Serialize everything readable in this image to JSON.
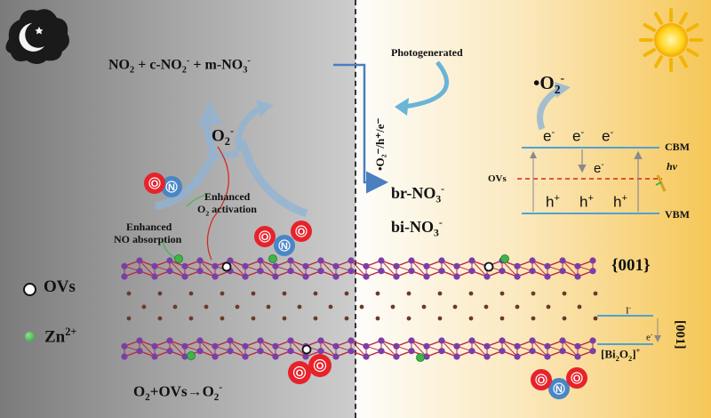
{
  "reaction_top": {
    "left": "NO",
    "left_sub": "2",
    "mid": " + c-NO",
    "mid_sub": "2",
    "mid_sup": "-",
    "right": " + m-NO",
    "right_sub": "3",
    "right_sup": "-"
  },
  "superoxide_left": {
    "base": "O",
    "sub": "2",
    "sup": "-"
  },
  "enhanced_activation": {
    "line1": "Enhanced",
    "line2": "O",
    "line2_sub": "2",
    "line2_rest": " activation"
  },
  "enhanced_absorption": {
    "line1": "Enhanced",
    "line2": "NO absorption"
  },
  "legend": {
    "ovs": "OVs",
    "zn": "Zn",
    "zn_sup": "2+"
  },
  "bottom_reaction": {
    "a": "O",
    "a_sub": "2",
    "b": "+OVs→O",
    "b_sub": "2",
    "b_sup": "-"
  },
  "photogenerated": "Photogenerated",
  "carriers_vertical": {
    "text": "•O₂⁻/h⁺/e⁻"
  },
  "products": {
    "br": "br-NO",
    "br_sub": "3",
    "br_sup": "-",
    "bi": "bi-NO",
    "bi_sub": "3",
    "bi_sup": "-"
  },
  "superoxide_right": {
    "base": "•O",
    "sub": "2",
    "sup": "-"
  },
  "band": {
    "cbm": "CBM",
    "vbm": "VBM",
    "ovs": "OVs",
    "electron": "e",
    "electron_sup": "-",
    "hole": "h",
    "hole_sup": "+",
    "hv": "hν"
  },
  "facet": "{001}",
  "layer": {
    "iodide": "I",
    "iodide_sup": "-",
    "electron": "e",
    "electron_sup": "-",
    "bi2o2": "[Bi",
    "bi2o2_sub": "2",
    "bi2o2_mid": "O",
    "bi2o2_sub2": "2",
    "bi2o2_sup": "+",
    "axis": "[001]"
  },
  "atoms": {
    "o": "O",
    "n": "N"
  },
  "colors": {
    "oxygen": "#e8222a",
    "nitrogen": "#4a86c6",
    "zinc": "#3fb549",
    "bismuth": "#7a3ea8",
    "bond": "#c0273c",
    "iodine": "#6b3a2a",
    "arrow_blue": "#4a7fc0",
    "band_line": "#4fa2d2",
    "ov_line": "#d9221c"
  }
}
